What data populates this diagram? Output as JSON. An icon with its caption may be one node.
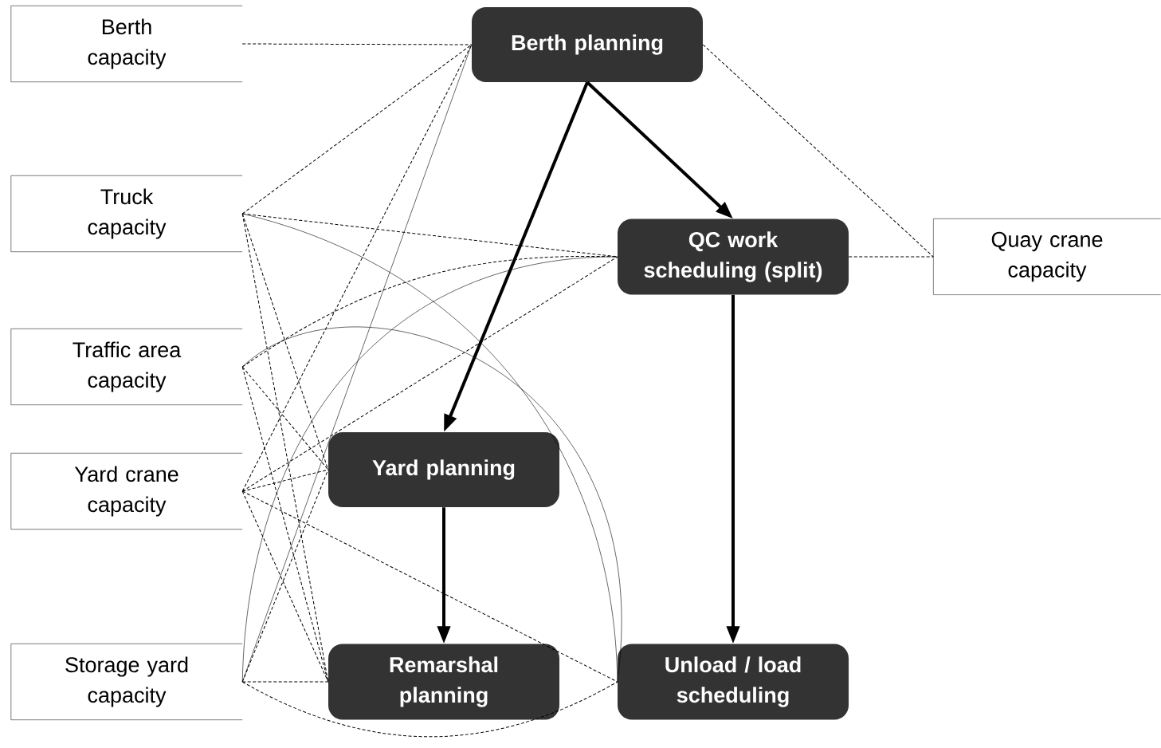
{
  "diagram": {
    "nodes": [
      {
        "text": [
          "Berth capacity"
        ]
      },
      {
        "text": [
          "Truck capacity"
        ]
      },
      {
        "text": [
          "Traffic area capacity"
        ]
      },
      {
        "text": [
          "Yard crane capacity"
        ]
      },
      {
        "text": [
          "Storage yard capacity"
        ]
      },
      {
        "text": [
          "Berth planning"
        ]
      },
      {
        "text": [
          "QC work scheduling (split)"
        ]
      },
      {
        "text": [
          "Quay crane capacity"
        ]
      },
      {
        "text": [
          "Yard planning"
        ]
      },
      {
        "text": [
          "Remarshal planning"
        ]
      },
      {
        "text": [
          "Unload / load scheduling"
        ]
      }
    ],
    "edges": [
      {
        "from": 0,
        "to": 5,
        "arrow": "none",
        "style": "dashed"
      },
      {
        "from": 5,
        "to": 7,
        "arrow": "none",
        "style": "dashed"
      },
      {
        "from": 6,
        "to": 7,
        "arrow": "none",
        "style": "dashed"
      },
      {
        "from": 5,
        "to": 8,
        "arrow": "to",
        "style": "thick"
      },
      {
        "from": 5,
        "to": 6,
        "arrow": "to",
        "style": "thick"
      },
      {
        "from": 6,
        "to": 10,
        "arrow": "to",
        "style": "thick"
      },
      {
        "from": 8,
        "to": 9,
        "arrow": "to",
        "style": "thick"
      },
      {
        "from": 1,
        "to": 5,
        "arrow": "none",
        "style": "dashed"
      },
      {
        "from": 1,
        "to": 6,
        "arrow": "none",
        "style": "dashed"
      },
      {
        "from": 1,
        "to": 8,
        "arrow": "none",
        "style": "dashed"
      },
      {
        "from": 1,
        "to": 9,
        "arrow": "none",
        "style": "dashed"
      },
      {
        "from": 1,
        "to": 10,
        "arrow": "none"
      },
      {
        "from": 2,
        "to": 6,
        "arrow": "none",
        "style": "dashed"
      },
      {
        "from": 2,
        "to": 8,
        "arrow": "none",
        "style": "dashed"
      },
      {
        "from": 2,
        "to": 9,
        "arrow": "none",
        "style": "dashed"
      },
      {
        "from": 2,
        "to": 10,
        "arrow": "none"
      },
      {
        "from": 3,
        "to": 5,
        "arrow": "none",
        "style": "dashed"
      },
      {
        "from": 3,
        "to": 6,
        "arrow": "none",
        "style": "dashed"
      },
      {
        "from": 3,
        "to": 8,
        "arrow": "none",
        "style": "dashed"
      },
      {
        "from": 3,
        "to": 9,
        "arrow": "none",
        "style": "dashed"
      },
      {
        "from": 3,
        "to": 10,
        "arrow": "none",
        "style": "dashed"
      },
      {
        "from": 4,
        "to": 5,
        "arrow": "none"
      },
      {
        "from": 4,
        "to": 6,
        "arrow": "none"
      },
      {
        "from": 4,
        "to": 8,
        "arrow": "none",
        "style": "dashed"
      },
      {
        "from": 4,
        "to": 9,
        "arrow": "none",
        "style": "dashed"
      },
      {
        "from": 4,
        "to": 10,
        "arrow": "none",
        "style": "dashed"
      }
    ]
  }
}
